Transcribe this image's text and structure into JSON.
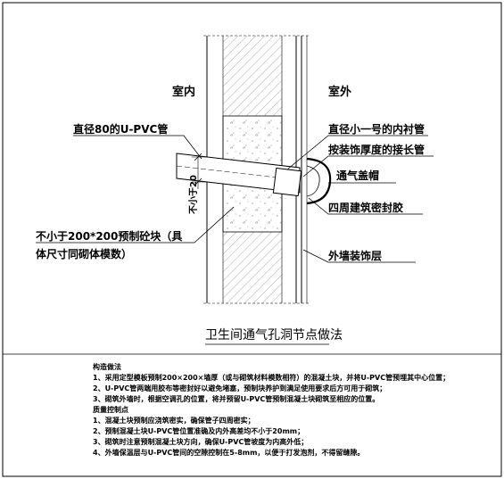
{
  "drawing": {
    "label_indoor": "室内",
    "label_outdoor": "室外",
    "callouts": {
      "upvc_pipe": "直径80的U-PVC管",
      "inner_liner": "直径小一号的内衬管",
      "extension_pipe": "按装饰厚度的接长管",
      "vent_cap": "通气盖帽",
      "sealant": "四周建筑密封胶",
      "precast_block_line1": "不小于200*200预制砼块（具",
      "precast_block_line2": "体尺寸同砌体模数）",
      "wall_finish": "外墙装饰层",
      "slope_dim": "不小于20"
    },
    "title": "卫生间通气孔洞节点做法"
  },
  "notes": {
    "construction_heading": "构造做法",
    "construction_items": [
      "1、采用定型模板预制200×200×墙厚（或与砌筑材料模数相符）的混凝土块，并将U-PVC管预埋其中心位置；",
      "2、U-PVC管两端用胶布等密封好以避免堵塞，预制块养护到满足使用要求后方可用于砌筑；",
      "3、砌筑外墙时，根据空调孔的位置，将并预留U-PVC管预制混凝土块砌筑至相应的位置。"
    ],
    "quality_heading": "质量控制点",
    "quality_items": [
      "1、混凝土块预制应浇筑密实，确保管子四周密实；",
      "2、预制混凝土块U-PVC管位置准确及内外高差均不小于20mm；",
      "3、砌筑时注意预制混凝土块方向，确保U-PVC管坡度为内高外低；",
      "4、外墙保温层与U-PVC管间的空隙控制在5-8mm，以便于打发泡剂，不得留缝隙。"
    ]
  }
}
